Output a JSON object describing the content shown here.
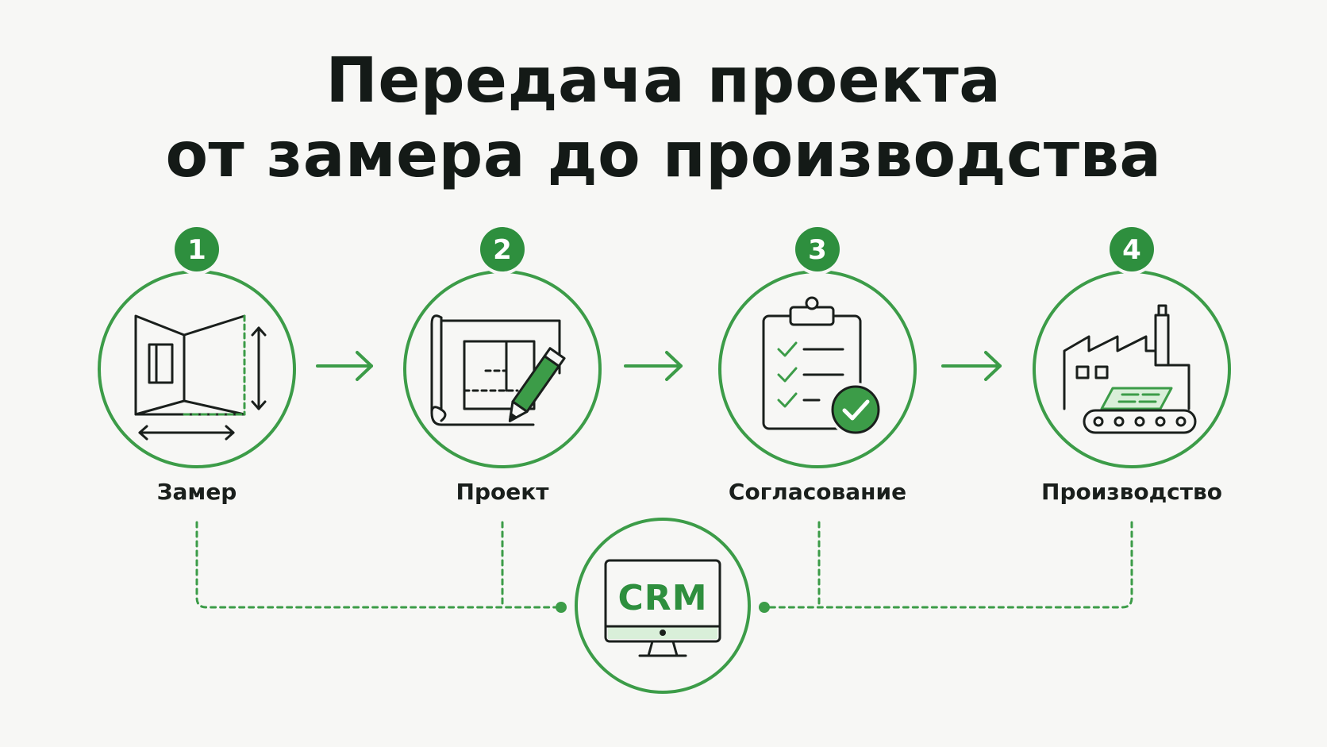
{
  "title": {
    "line1": "Передача проекта",
    "line2": "от замера до производства"
  },
  "steps": [
    {
      "number": "1",
      "label": "Замер",
      "icon": "room-measure-icon"
    },
    {
      "number": "2",
      "label": "Проект",
      "icon": "blueprint-pencil-icon"
    },
    {
      "number": "3",
      "label": "Согласование",
      "icon": "clipboard-checklist-icon"
    },
    {
      "number": "4",
      "label": "Производство",
      "icon": "factory-conveyor-icon"
    }
  ],
  "hub": {
    "label": "CRM",
    "icon": "monitor-icon"
  },
  "colors": {
    "accent": "#3c9c48",
    "accent_dark": "#2e8f3e",
    "accent_light": "#d9efd9",
    "text": "#141a17",
    "background": "#f7f7f5"
  }
}
